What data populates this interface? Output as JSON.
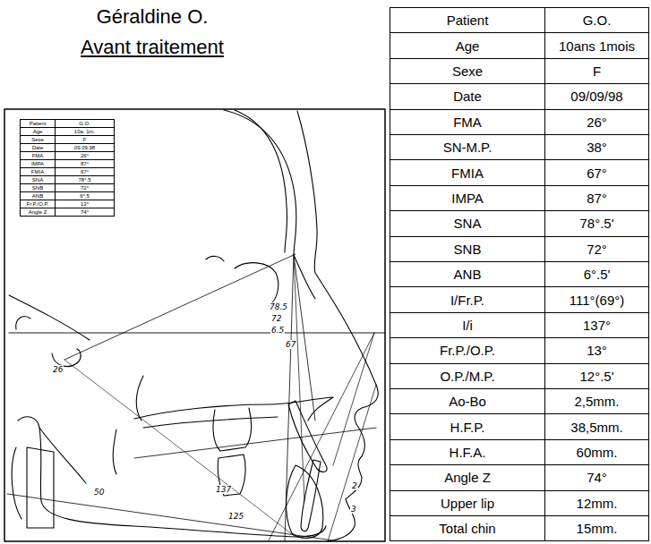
{
  "diagram": {
    "title": "Géraldine O.",
    "labels": [
      "Avant traitement",
      "Patient",
      "G.O.",
      "Age",
      "10ans 1mois",
      "Sexe",
      "F",
      "Date",
      "09/09/98",
      "FMA",
      "26°",
      "SN-M.P.",
      "38°",
      "FMIA",
      "67°",
      "IMPA",
      "87°",
      "SNA",
      "78°.5'",
      "SNB",
      "72°",
      "ANB",
      "6°.5'",
      "I/Fr.P.",
      "111°(69°)",
      "I/i",
      "137°",
      "Fr.P./O.P.",
      "13°",
      "O.P./M.P.",
      "12°.5'",
      "Ao-Bo",
      "2,5mm.",
      "H.F.P.",
      "38,5mm.",
      "H.F.A.",
      "60mm.",
      "Angle Z",
      "74°",
      "Upper lip",
      "12mm.",
      "Total chin",
      "15mm.",
      "Patient",
      "G.O.",
      "Age",
      "10a. 1m.",
      "Sexe",
      "F",
      "Date",
      "09.09.98",
      "FMA",
      "26°",
      "IMPA",
      "87°",
      "FMIA",
      "67°",
      "SNA",
      "78°.5",
      "SNB",
      "72°",
      "ANB",
      "6°.5",
      "Fr.P./O.P.",
      "13°",
      "Angle Z",
      "74°",
      "78.5",
      "72",
      "6.5",
      "26",
      "67",
      "137",
      "125",
      "50",
      "2",
      "3"
    ]
  }
}
